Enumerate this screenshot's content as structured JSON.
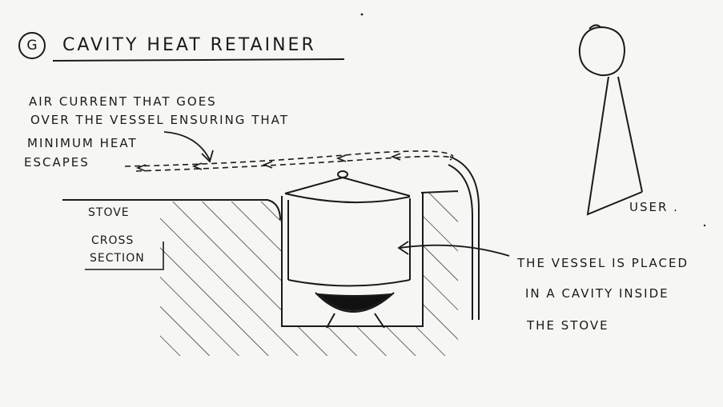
{
  "title": {
    "badge": "G",
    "text": "CAVITY HEAT RETAINER"
  },
  "labels": {
    "air_current": [
      "AIR CURRENT THAT GOES",
      "OVER THE VESSEL ENSURING THAT",
      "MINIMUM HEAT",
      "ESCAPES"
    ],
    "stove": "STOVE",
    "cross_section": [
      "CROSS",
      "SECTION"
    ],
    "user": "USER .",
    "vessel_note": [
      "THE VESSEL IS PLACED",
      "IN A CAVITY INSIDE",
      "THE STOVE"
    ]
  },
  "colors": {
    "ink": "#1a1a1a",
    "paper": "#f6f6f4"
  }
}
